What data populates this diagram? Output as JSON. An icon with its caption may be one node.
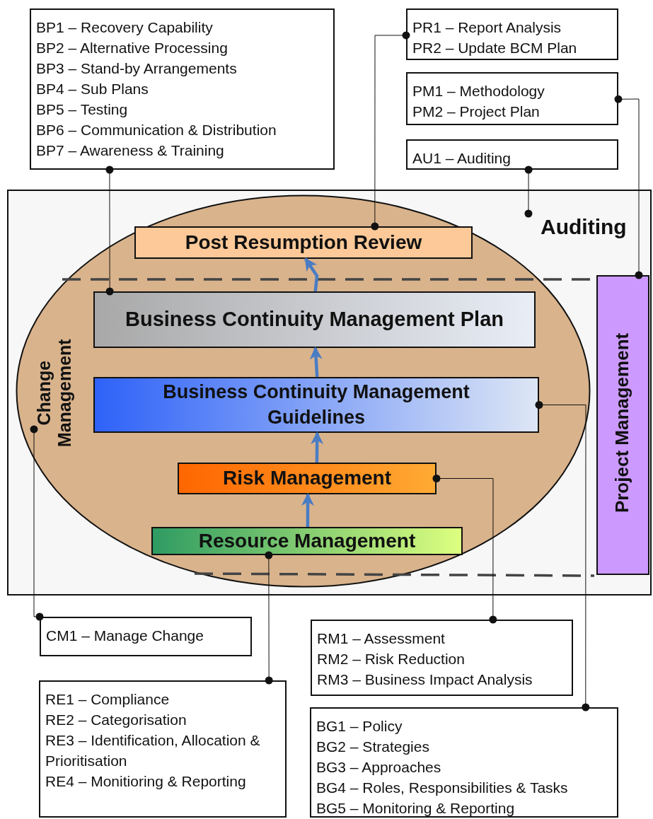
{
  "diagram": {
    "nodes": [
      {
        "text": [
          "BP1 – Recovery Capability",
          "BP2 – Alternative Processing",
          "BP3 – Stand-by Arrangements",
          "BP4 – Sub Plans",
          "BP5 – Testing",
          "BP6 – Communication & Distribution",
          "BP7 – Awareness & Training"
        ]
      },
      {
        "text": [
          "PR1 – Report Analysis",
          "PR2 – Update BCM Plan"
        ]
      },
      {
        "text": [
          "PM1 – Methodology",
          "PM2 – Project Plan"
        ]
      },
      {
        "text": [
          "AU1 – Auditing"
        ]
      },
      {
        "text": [],
        "shape": "box"
      },
      {
        "text": [
          "Auditing"
        ],
        "in": 4
      },
      {
        "text": [
          "Change Management"
        ],
        "in": 4
      },
      {
        "text": [
          "Post Resumption Review"
        ],
        "in": 6
      },
      {
        "text": [
          "Business Continuity Management Plan"
        ],
        "in": 6
      },
      {
        "text": [
          "Business Continuity Management Guidelines"
        ],
        "in": 6
      },
      {
        "text": [
          "Risk Management"
        ],
        "in": 6
      },
      {
        "text": [
          "Resource Management"
        ],
        "in": 6
      },
      {
        "text": [
          "Project Management"
        ],
        "in": 4
      },
      {
        "text": [
          "CM1 – Manage Change"
        ]
      },
      {
        "text": [
          "RE1 – Compliance",
          "RE2 – Categorisation",
          "RE3 – Identification, Allocation & Prioritisation",
          "RE4 – Monitioring & Reporting"
        ]
      },
      {
        "text": [
          "RM1 – Assessment",
          "RM2 – Risk Reduction",
          "RM3 – Business Impact Analysis"
        ]
      },
      {
        "text": [
          "BG1 – Policy",
          "BG2 – Strategies",
          "BG3 – Approaches",
          "BG4 – Roles, Responsibilities & Tasks",
          "BG5 – Monitoring & Reporting"
        ]
      }
    ],
    "edges": [
      {
        "from": 0,
        "to": 8,
        "arrow": "other"
      },
      {
        "from": 1,
        "to": 7,
        "arrow": "other"
      },
      {
        "from": 2,
        "to": 12,
        "arrow": "other"
      },
      {
        "from": 3,
        "to": 5,
        "arrow": "other"
      },
      {
        "from": 13,
        "to": 6,
        "arrow": "other"
      },
      {
        "from": 14,
        "to": 11,
        "arrow": "other"
      },
      {
        "from": 15,
        "to": 10,
        "arrow": "other"
      },
      {
        "from": 16,
        "to": 9,
        "arrow": "other"
      },
      {
        "from": 11,
        "to": 10,
        "arrow": "to",
        "style": "thick",
        "color": "#4a7cc4"
      },
      {
        "from": 10,
        "to": 9,
        "arrow": "to",
        "style": "thick",
        "color": "#4a7cc4"
      },
      {
        "from": 9,
        "to": 8,
        "arrow": "to",
        "style": "thick",
        "color": "#4a7cc4"
      },
      {
        "from": 8,
        "to": 7,
        "arrow": "to",
        "style": "thick",
        "color": "#4a7cc4"
      }
    ]
  }
}
